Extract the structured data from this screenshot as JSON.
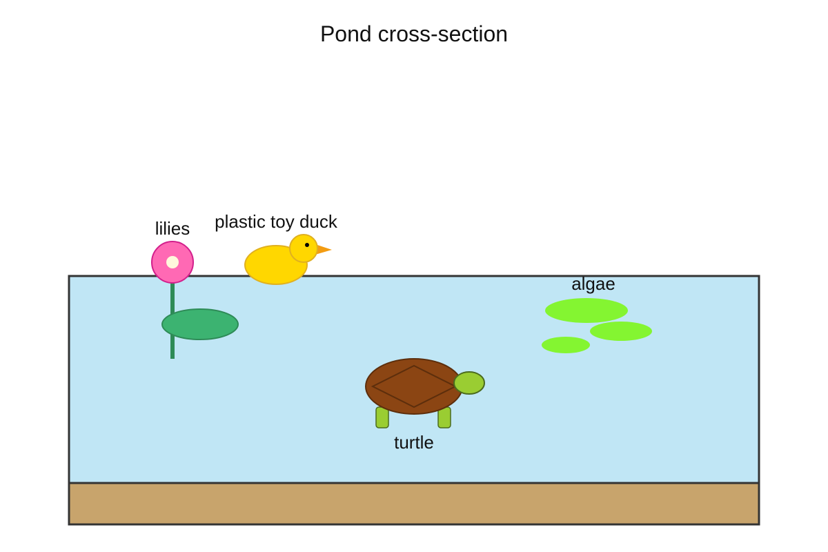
{
  "diagram": {
    "title": "Pond cross-section",
    "labels": {
      "lilies": "lilies",
      "duck": "plastic toy duck",
      "algae": "algae",
      "turtle": "turtle"
    },
    "colors": {
      "water": "#c0e6f5",
      "sediment": "#c8a46c",
      "outline": "#333333",
      "lily_flower": "#ff69b4",
      "lily_flower_stroke": "#d21f8c",
      "lily_center": "#fff8dc",
      "lily_stem": "#2e8b57",
      "lily_pad": "#3cb371",
      "duck_body": "#ffd700",
      "duck_stroke": "#e0b020",
      "duck_beak": "#f39c12",
      "algae": "#84f531",
      "turtle_shell": "#8b4513",
      "turtle_shell_stroke": "#5c2e0c",
      "turtle_skin": "#9acd32",
      "turtle_skin_stroke": "#4b6b1e"
    }
  }
}
